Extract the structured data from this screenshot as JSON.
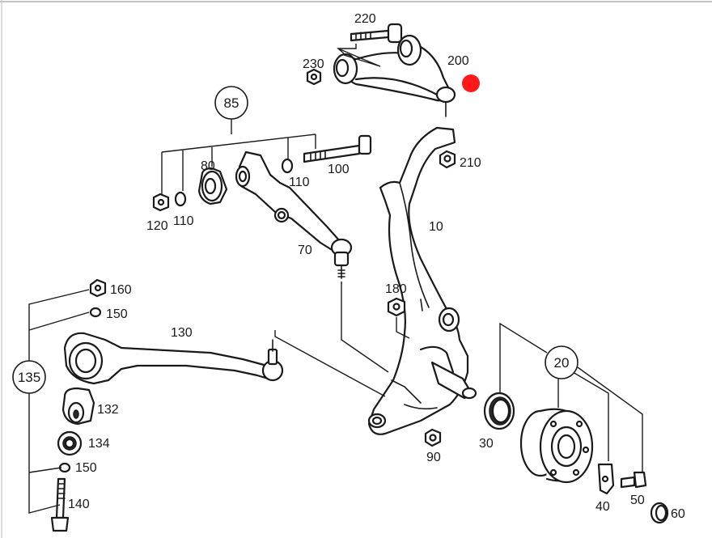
{
  "diagram": {
    "part_labels": {
      "p220": "220",
      "p230": "230",
      "p200": "200",
      "p210": "210",
      "p80": "80",
      "p110a": "110",
      "p100": "100",
      "p120": "120",
      "p110b": "110",
      "p10": "10",
      "p70": "70",
      "p180": "180",
      "p160": "160",
      "p150a": "150",
      "p130": "130",
      "p132": "132",
      "p134": "134",
      "p150b": "150",
      "p140": "140",
      "p30": "30",
      "p90": "90",
      "p40": "40",
      "p50": "50",
      "p60": "60"
    },
    "group_callouts": {
      "g85": "85",
      "g135": "135",
      "g20": "20"
    },
    "colors": {
      "line": "#1a1a1a",
      "highlight_marker": "#ff0000"
    }
  }
}
